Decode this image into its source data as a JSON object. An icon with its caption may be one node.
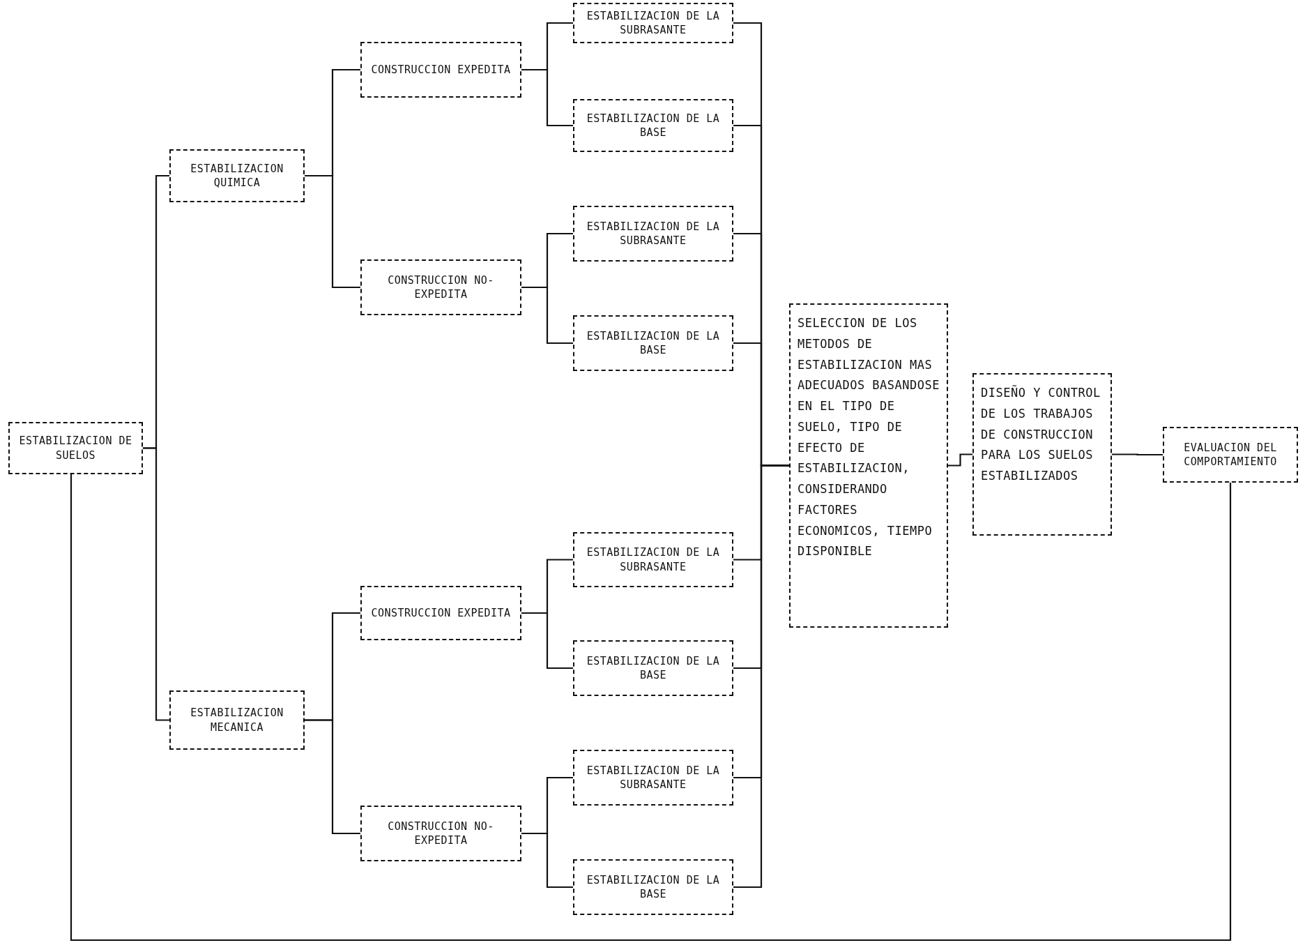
{
  "diagram": {
    "nodes": [
      {
        "text": [
          "ESTABILIZACION DE SUELOS"
        ]
      },
      {
        "text": [
          "ESTABILIZACION QUIMICA"
        ]
      },
      {
        "text": [
          "CONSTRUCCION EXPEDITA"
        ]
      },
      {
        "text": [
          "ESTABILIZACION DE LA SUBRASANTE"
        ]
      },
      {
        "text": [
          "ESTABILIZACION DE LA BASE"
        ]
      },
      {
        "text": [
          "CONSTRUCCION NO-EXPEDITA"
        ]
      },
      {
        "text": [
          "ESTABILIZACION DE LA SUBRASANTE"
        ]
      },
      {
        "text": [
          "ESTABILIZACION DE LA BASE"
        ]
      },
      {
        "text": [
          "ESTABILIZACION MECANICA"
        ]
      },
      {
        "text": [
          "CONSTRUCCION EXPEDITA"
        ]
      },
      {
        "text": [
          "ESTABILIZACION DE LA SUBRASANTE"
        ]
      },
      {
        "text": [
          "ESTABILIZACION DE LA BASE"
        ]
      },
      {
        "text": [
          "CONSTRUCCION NO-EXPEDITA"
        ]
      },
      {
        "text": [
          "ESTABILIZACION DE LA SUBRASANTE"
        ]
      },
      {
        "text": [
          "ESTABILIZACION DE LA BASE"
        ]
      },
      {
        "text": [
          "SELECCION DE LOS METODOS DE ESTABILIZACION MAS ADECUADOS BASANDOSE EN EL TIPO DE SUELO, TIPO DE EFECTO DE ESTABILIZACION, CONSIDERANDO FACTORES ECONOMICOS, TIEMPO DISPONIBLE"
        ]
      },
      {
        "text": [
          "DISEÑO Y CONTROL DE LOS TRABAJOS DE CONSTRUCCION PARA LOS SUELOS ESTABILIZADOS"
        ]
      },
      {
        "text": [
          "EVALUACION DEL COMPORTAMIENTO"
        ]
      }
    ],
    "edges": [
      {
        "from": 0,
        "to": 1,
        "arrow": "none"
      },
      {
        "from": 0,
        "to": 8,
        "arrow": "none"
      },
      {
        "from": 1,
        "to": 2,
        "arrow": "none"
      },
      {
        "from": 1,
        "to": 5,
        "arrow": "none"
      },
      {
        "from": 2,
        "to": 3,
        "arrow": "none"
      },
      {
        "from": 2,
        "to": 4,
        "arrow": "none"
      },
      {
        "from": 5,
        "to": 6,
        "arrow": "none"
      },
      {
        "from": 5,
        "to": 7,
        "arrow": "none"
      },
      {
        "from": 8,
        "to": 9,
        "arrow": "none"
      },
      {
        "from": 8,
        "to": 12,
        "arrow": "none"
      },
      {
        "from": 9,
        "to": 10,
        "arrow": "none"
      },
      {
        "from": 9,
        "to": 11,
        "arrow": "none"
      },
      {
        "from": 12,
        "to": 13,
        "arrow": "none"
      },
      {
        "from": 12,
        "to": 14,
        "arrow": "none"
      },
      {
        "from": 3,
        "to": 15,
        "arrow": "none"
      },
      {
        "from": 4,
        "to": 15,
        "arrow": "none"
      },
      {
        "from": 6,
        "to": 15,
        "arrow": "none"
      },
      {
        "from": 7,
        "to": 15,
        "arrow": "none"
      },
      {
        "from": 10,
        "to": 15,
        "arrow": "none"
      },
      {
        "from": 11,
        "to": 15,
        "arrow": "none"
      },
      {
        "from": 13,
        "to": 15,
        "arrow": "none"
      },
      {
        "from": 14,
        "to": 15,
        "arrow": "none"
      },
      {
        "from": 15,
        "to": 16,
        "arrow": "none"
      },
      {
        "from": 16,
        "to": 17,
        "arrow": "none"
      },
      {
        "from": 17,
        "to": 0,
        "arrow": "none"
      }
    ]
  }
}
